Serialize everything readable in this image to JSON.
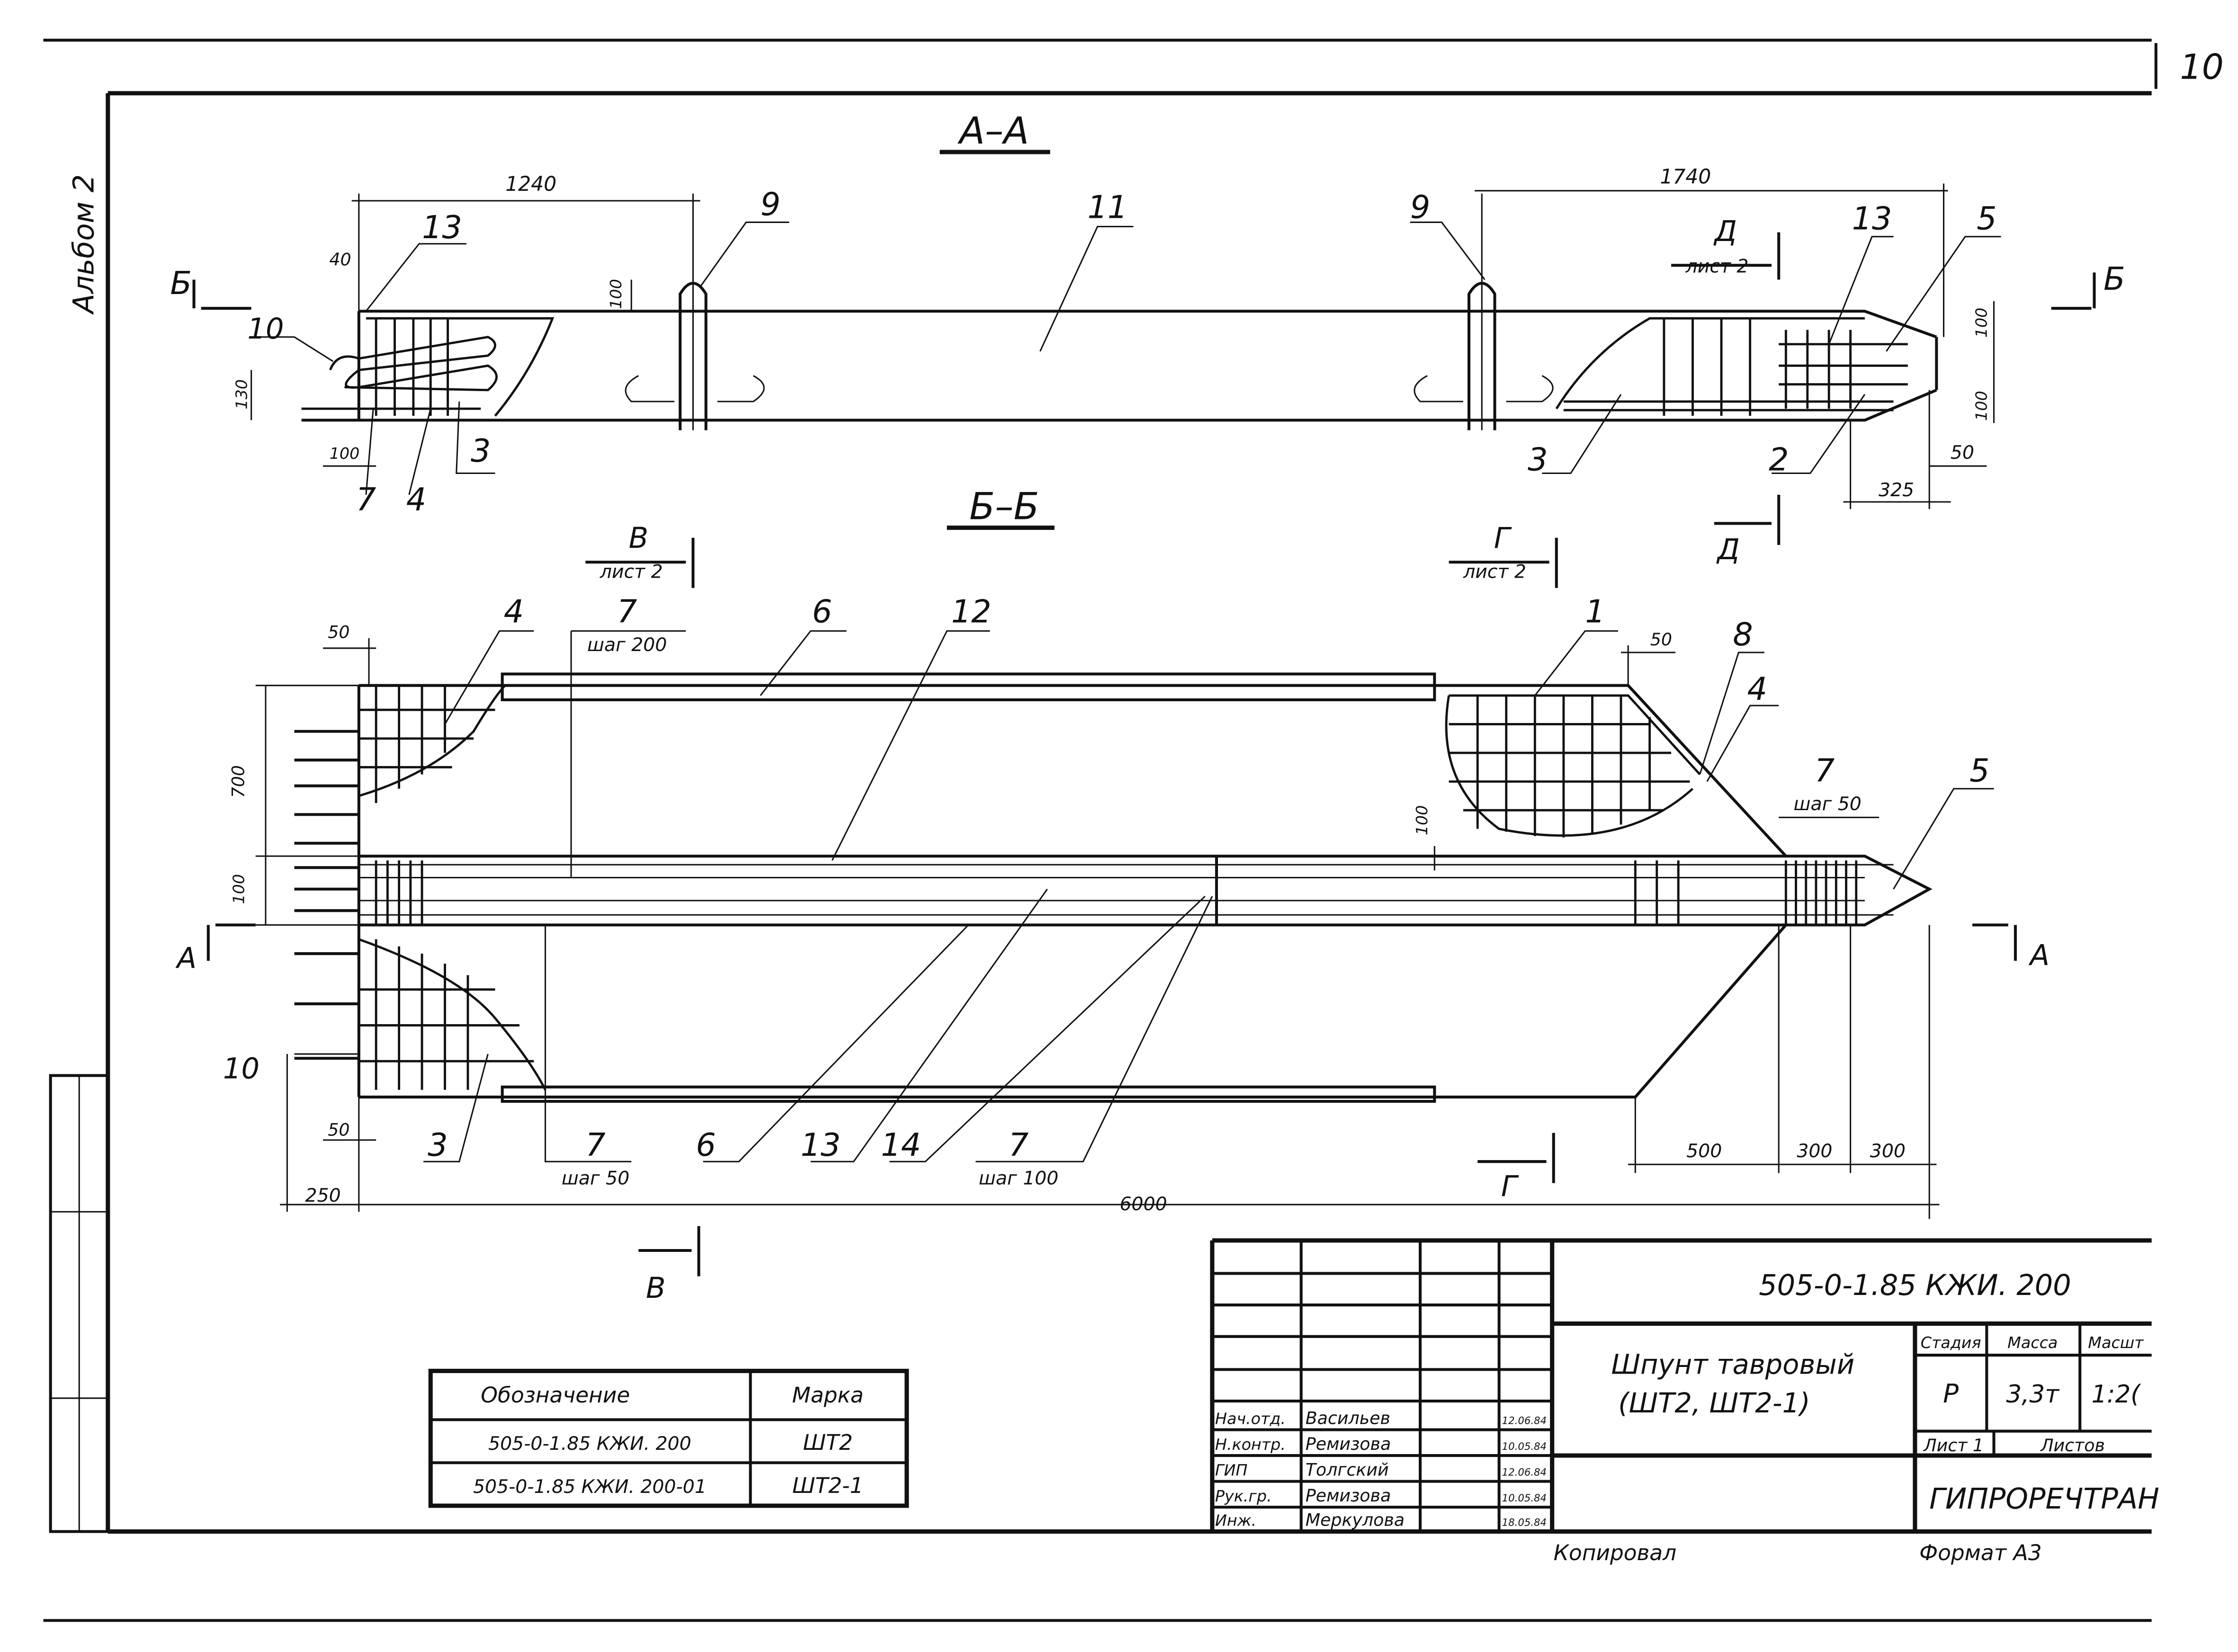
{
  "sheet": {
    "page_number": "10",
    "album": "Альбом 2"
  },
  "aa": {
    "title": "А–А",
    "dim_1240": "1240",
    "dim_1740": "1740",
    "dim_40": "40",
    "dim_100_a": "100",
    "dim_130": "130",
    "dim_100_b": "100",
    "dim_100_c": "100",
    "dim_100_d": "100",
    "dim_325": "325",
    "dim_50": "50",
    "c13_left": "13",
    "c9_left": "9",
    "c11": "11",
    "c9_right": "9",
    "c13_right": "13",
    "c5": "5",
    "c10": "10",
    "c3_left": "3",
    "c7": "7",
    "c4": "4",
    "c3_right": "3",
    "c2": "2",
    "marker_b_left": "Б",
    "marker_b_right": "Б",
    "marker_d_top": "Д",
    "marker_d_sheet": "лист 2",
    "marker_d_bottom": "Д"
  },
  "bb": {
    "title": "Б–Б",
    "marker_v": "В",
    "marker_v_sheet": "лист 2",
    "marker_g": "Г",
    "marker_g_sheet": "лист 2",
    "dim_50_top": "50",
    "c4_left": "4",
    "c7_top": "7",
    "step_200": "шаг 200",
    "c6_top": "6",
    "c12": "12",
    "c1": "1",
    "dim_50_right": "50",
    "c8": "8",
    "c4_right": "4",
    "dim_700": "700",
    "dim_100_mid": "100",
    "c7_right": "7",
    "step_50_right": "шаг 50",
    "c5": "5",
    "dim_100_left": "100",
    "marker_a_left": "А",
    "marker_a_right": "А",
    "c10": "10",
    "dim_50_bottom": "50",
    "c3": "3",
    "c7_bottom": "7",
    "step_50_bottom": "шаг 50",
    "c6_bottom": "6",
    "c13": "13",
    "c14": "14",
    "c7_bottom2": "7",
    "step_100": "шаг 100",
    "dim_250": "250",
    "dim_6000": "6000",
    "dim_500": "500",
    "dim_300_a": "300",
    "dim_300_b": "300",
    "marker_g_bottom": "Г",
    "marker_v_bottom": "В"
  },
  "marks_table": {
    "headers": [
      "Обозначение",
      "Марка"
    ],
    "rows": [
      [
        "505-0-1.85 КЖИ. 200",
        "ШТ2"
      ],
      [
        "505-0-1.85 КЖИ. 200-01",
        "ШТ2-1"
      ]
    ]
  },
  "title_block": {
    "code": "505-0-1.85   КЖИ. 200",
    "name_line1": "Шпунт тавровый",
    "name_line2": "(ШТ2, ШТ2-1)",
    "stage_label": "Стадия",
    "mass_label": "Масса",
    "scale_label": "Масшт",
    "stage": "Р",
    "mass": "3,3т",
    "scale": "1:2(",
    "sheet_label": "Лист 1",
    "sheets_label": "Листов",
    "organization": "ГИПРОРЕЧТРАН",
    "copied": "Копировал",
    "format": "Формат А3",
    "signatures": [
      {
        "role": "Нач.отд.",
        "name": "Васильев",
        "date": "12.06.84"
      },
      {
        "role": "Н.контр.",
        "name": "Ремизова",
        "date": "10.05.84"
      },
      {
        "role": "ГИП",
        "name": "Толгский",
        "date": "12.06.84"
      },
      {
        "role": "Рук.гр.",
        "name": "Ремизова",
        "date": "10.05.84"
      },
      {
        "role": "Инж.",
        "name": "Меркулова",
        "date": "18.05.84"
      }
    ]
  }
}
